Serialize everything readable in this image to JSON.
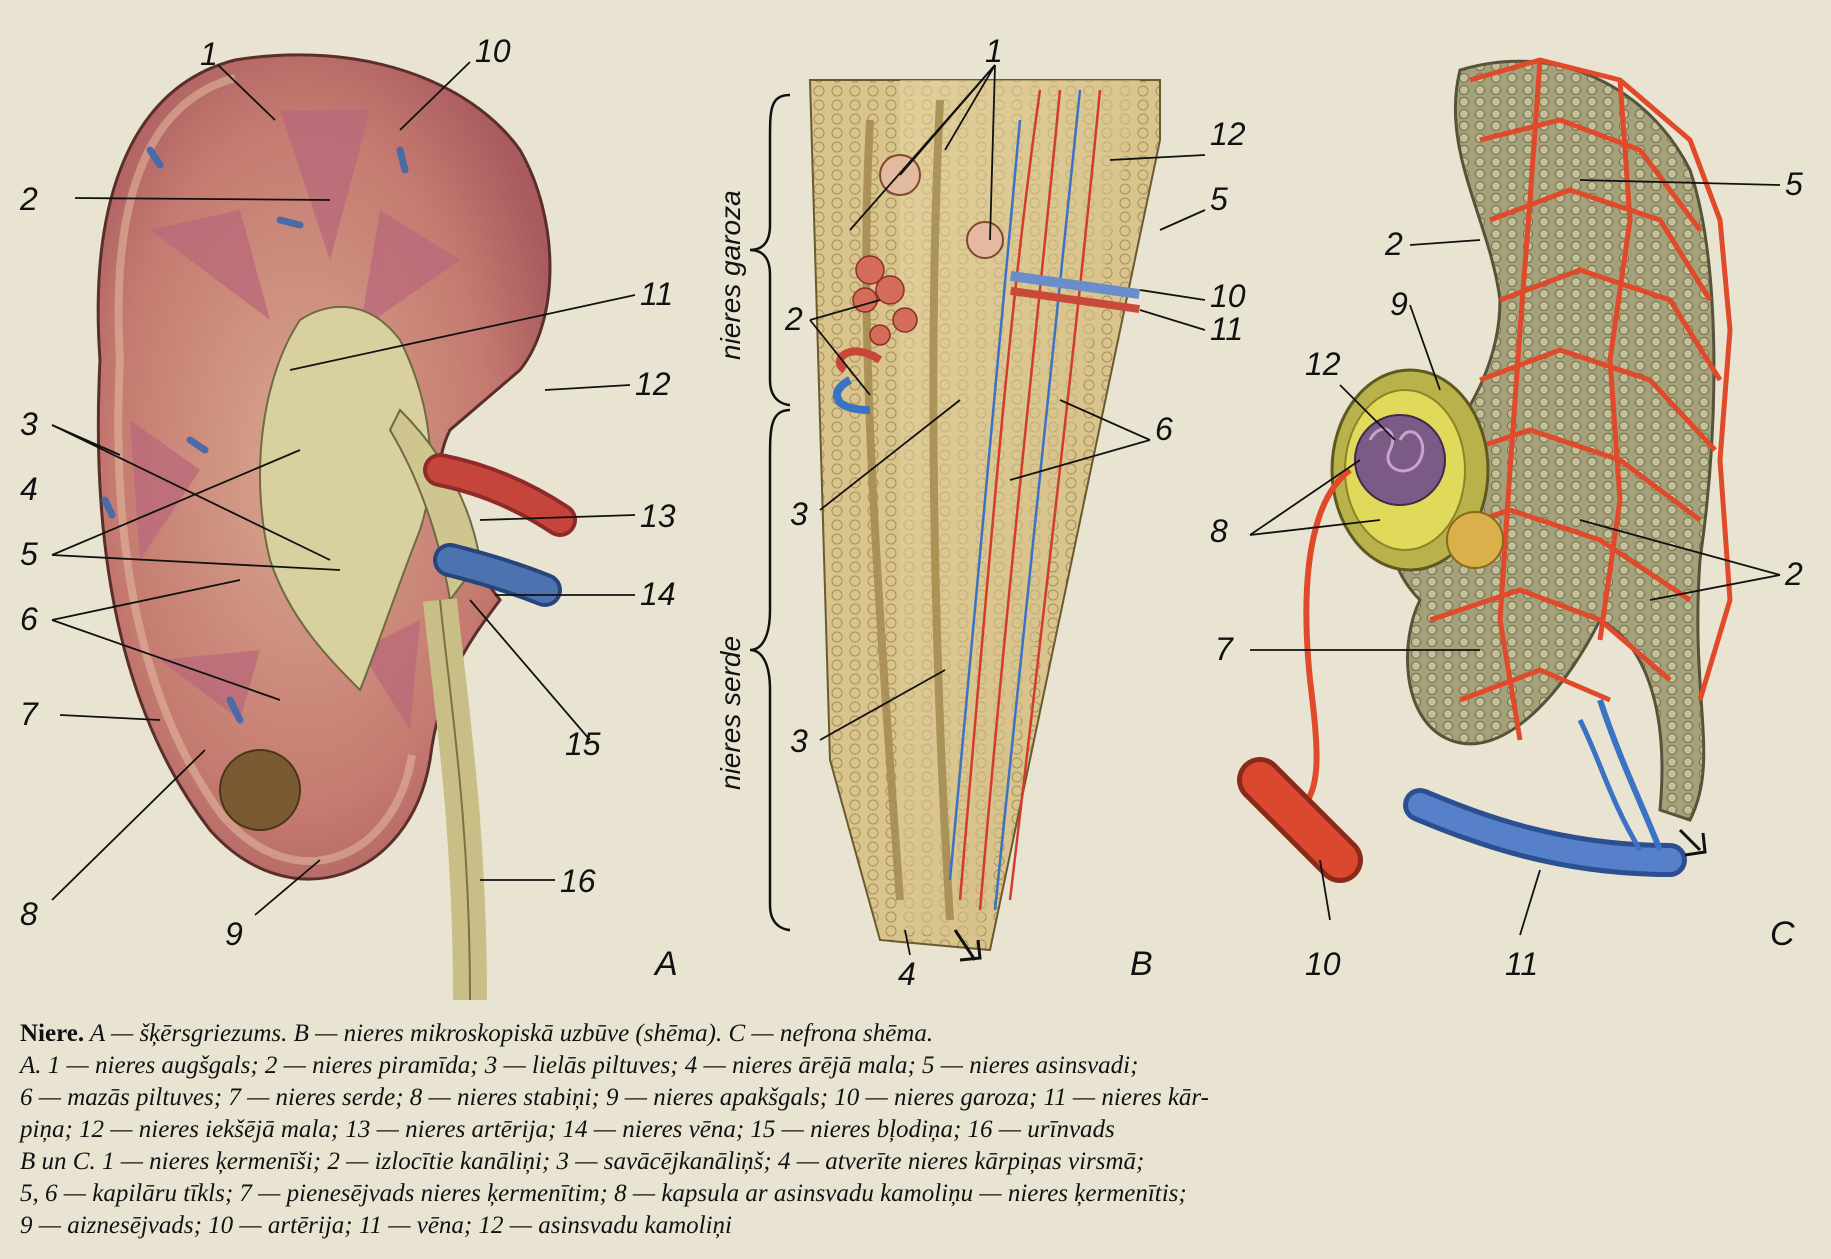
{
  "diagram": {
    "panel_a_labels": [
      "1",
      "10",
      "2",
      "11",
      "12",
      "3",
      "4",
      "5",
      "13",
      "14",
      "6",
      "7",
      "15",
      "8",
      "16",
      "9"
    ],
    "panel_b_labels": [
      "1",
      "12",
      "5",
      "2",
      "10",
      "11",
      "6",
      "3",
      "3",
      "4"
    ],
    "panel_c_labels": [
      "5",
      "2",
      "9",
      "12",
      "8",
      "2",
      "7",
      "10",
      "11"
    ],
    "panel_letters": [
      "A",
      "B",
      "C"
    ],
    "section_labels": {
      "cortex": "nieres garoza",
      "medulla": "nieres serde"
    }
  },
  "caption": {
    "line1_title": "Niere.",
    "line1_text": " A — šķērsgriezums. B — nieres mikroskopiskā uzbūve (shēma). C — nefrona shēma.",
    "line2": "A. 1 — nieres augšgals; 2 — nieres piramīda; 3 — lielās piltuves; 4 — nieres ārējā mala; 5 — nieres asinsvadi;",
    "line3": "6 — mazās piltuves; 7 — nieres serde; 8 — nieres stabiņi; 9 — nieres apakšgals; 10 — nieres garoza; 11 — nieres kār-",
    "line4": "piņa; 12 — nieres iekšējā mala; 13 — nieres artērija; 14 — nieres vēna; 15 — nieres bļodiņa; 16 — urīnvads",
    "line5": "B un C. 1 — nieres ķermenīši; 2 — izlocītie kanāliņi; 3 — savācējkanāliņš; 4 — atverīte nieres kārpiņas virsmā;",
    "line6": "5, 6 — kapilāru tīkls; 7 — pienesējvads nieres ķermenītim; 8 — kapsula ar asinsvadu kamoliņu — nieres ķermenītis;",
    "line7": "9 — aiznesējvads; 10 — artērija; 11 — vēna; 12 — asinsvadu kamoliņi"
  }
}
